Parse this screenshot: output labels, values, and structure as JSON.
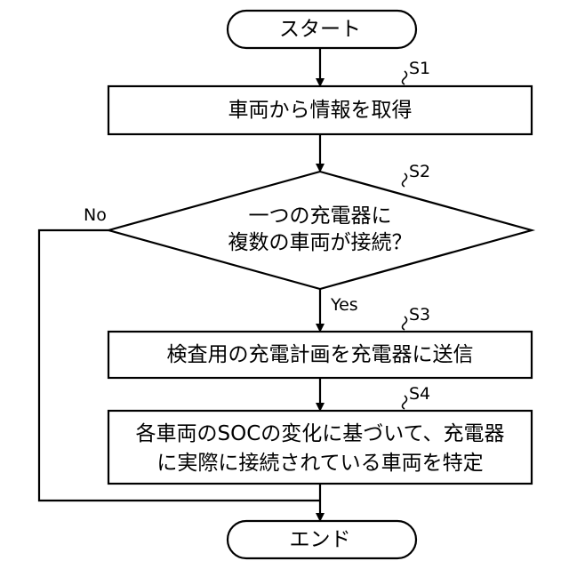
{
  "terminals": {
    "start": "スタート",
    "end": "エンド"
  },
  "steps": [
    {
      "id": "S1",
      "label": "S1",
      "lines": [
        "車両から情報を取得"
      ]
    },
    {
      "id": "S2",
      "label": "S2",
      "lines": [
        "一つの充電器に",
        "複数の車両が接続？"
      ]
    },
    {
      "id": "S3",
      "label": "S3",
      "lines": [
        "検査用の充電計画を充電器に送信"
      ]
    },
    {
      "id": "S4",
      "label": "S4",
      "lines": [
        "各車両のSOCの変化に基づいて、充電器",
        "に実際に接続されている車両を特定"
      ]
    }
  ],
  "branches": {
    "yes": "Yes",
    "no": "No"
  }
}
